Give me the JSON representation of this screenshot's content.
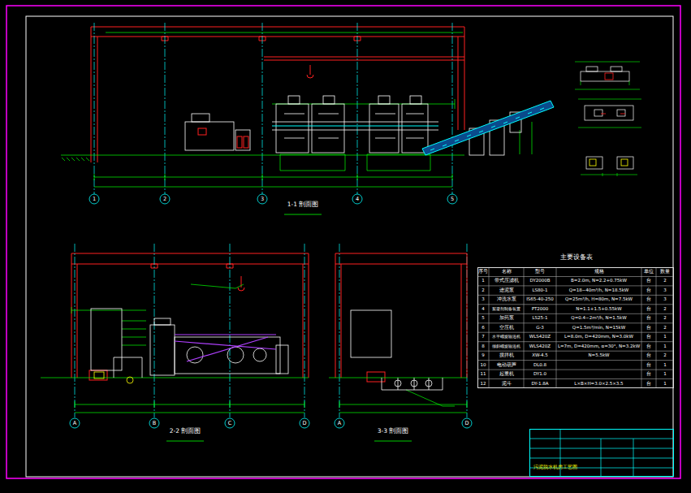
{
  "diagram": {
    "nodes": [
      {
        "text": [
          "主要设备表"
        ]
      },
      {
        "text": [
          "污泥脱水机房工艺图"
        ]
      }
    ],
    "labels": [
      "1-1 剖面图",
      "2-2 剖面图",
      "3-3 剖面图",
      "1",
      "2",
      "3",
      "4",
      "5",
      "A",
      "B",
      "C",
      "D",
      "A",
      "D",
      "序号",
      "名称",
      "型号",
      "规格",
      "单位",
      "数量",
      "1",
      "带式压滤机",
      "DY2000B",
      "B=2.0m, N=2.2+0.75kW",
      "台",
      "2",
      "2",
      "进泥泵",
      "LS80-1",
      "Q=18~40m³/h, N=18.5kW",
      "台",
      "3",
      "3",
      "冲洗水泵",
      "IS65-40-250",
      "Q=25m³/h, H=80m, N=7.5kW",
      "台",
      "3",
      "4",
      "絮凝剂制备装置",
      "PT2000",
      "N=1.1+1.5+0.55kW",
      "台",
      "2",
      "5",
      "加药泵",
      "LS25-1",
      "Q=0.4~2m³/h, N=1.5kW",
      "台",
      "2",
      "6",
      "空压机",
      "G-3",
      "Q=1.5m³/min, N=15kW",
      "台",
      "2",
      "7",
      "水平螺旋输送机",
      "WLS420Z",
      "L=8.0m, D=420mm, N=3.0kW",
      "台",
      "1",
      "8",
      "倾斜螺旋输送机",
      "WLS420Z",
      "L=7m, D=420mm, α=30°, N=3.2kW",
      "台",
      "1",
      "9",
      "搅拌机",
      "XW-4.5",
      "N=5.5kW",
      "台",
      "2",
      "10",
      "电动葫芦",
      "DL0.8",
      "台",
      "1",
      "11",
      "起重机",
      "DY1.0",
      "台",
      "1",
      "12",
      "泥斗",
      "DY-1.8A",
      "L×B×H=3.0×2.5×3.5",
      "台",
      "1"
    ]
  }
}
